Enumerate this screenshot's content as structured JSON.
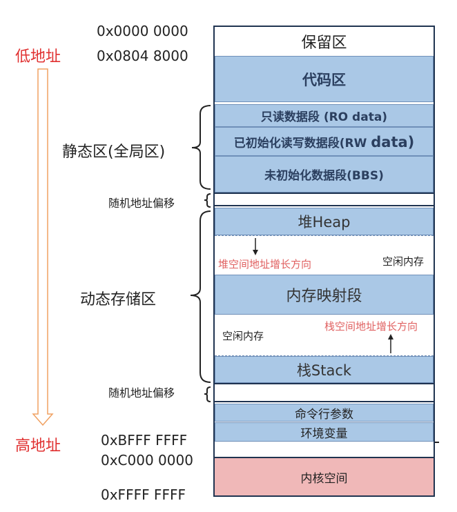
{
  "addresses": {
    "a0": "0x0000 0000",
    "a1": "0x0804 8000",
    "a2": "0xBFFF FFFF",
    "a3": "0xC000 0000",
    "a4": "0xFFFF FFFF"
  },
  "side": {
    "low": "低地址",
    "high": "高地址",
    "static": "静态区(全局区)",
    "dynamic": "动态存储区",
    "offset1": "随机地址偏移",
    "offset2": "随机地址偏移"
  },
  "segments": {
    "reserved": "保留区",
    "code": "代码区",
    "ro": "只读数据段 (RO data)",
    "rw_prefix": "已初始化读写数据段(RW ",
    "rw_suffix": "data)",
    "bss": "未初始化数据段(BBS)",
    "heap": "堆Heap",
    "mmap": "内存映射段",
    "stack": "栈Stack",
    "args": "命令行参数",
    "env": "环境变量",
    "kernel": "内核空间"
  },
  "notes": {
    "heap_grow": "堆空间地址增长方向",
    "free1": "空闲内存",
    "stack_grow": "栈空间地址增长方向",
    "free2": "空闲内存"
  },
  "colors": {
    "segment_blue": "#aac8e6",
    "kernel_pink": "#f0b8b8",
    "address_arrow": "#f0a060",
    "label_red": "#e03030"
  }
}
